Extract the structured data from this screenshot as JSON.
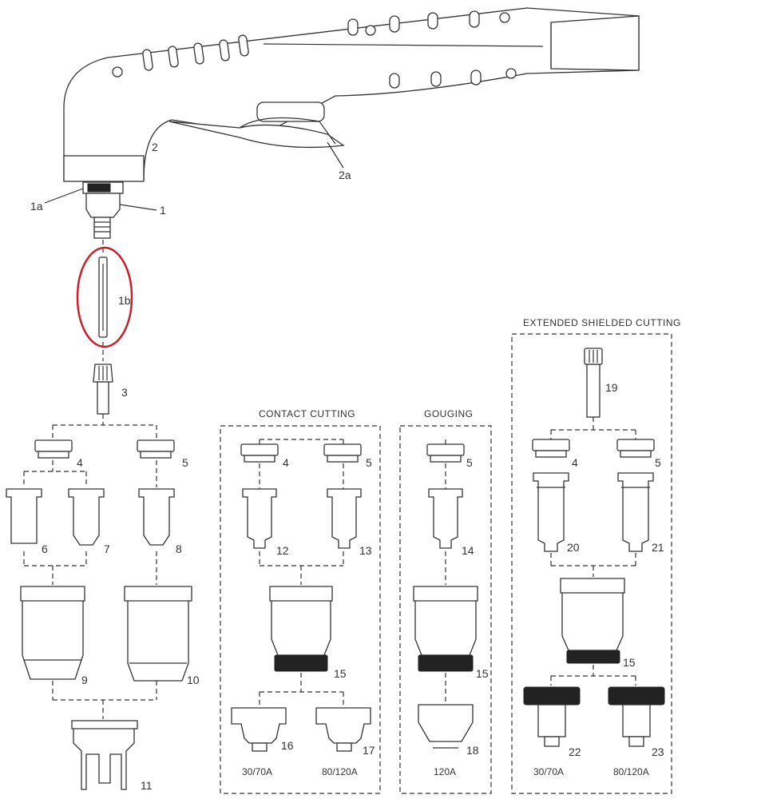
{
  "part_labels": {
    "p1": "1",
    "p1a": "1a",
    "p1b": "1b",
    "p2": "2",
    "p2a": "2a",
    "p3": "3",
    "p4": "4",
    "p5": "5",
    "p6": "6",
    "p7": "7",
    "p8": "8",
    "p9": "9",
    "p10": "10",
    "p11": "11",
    "p12": "12",
    "p13": "13",
    "p14": "14",
    "p15": "15",
    "p16": "16",
    "p17": "17",
    "p18": "18",
    "p19": "19",
    "p20": "20",
    "p21": "21",
    "p22": "22",
    "p23": "23"
  },
  "groups": {
    "contact_cutting": "CONTACT CUTTING",
    "gouging": "GOUGING",
    "extended_shielded_cutting": "EXTENDED SHIELDED CUTTING"
  },
  "amperages": {
    "a30_70": "30/70A",
    "a80_120": "80/120A",
    "a120": "120A"
  },
  "highlight": {
    "part": "1b",
    "color": "#c8202a"
  }
}
